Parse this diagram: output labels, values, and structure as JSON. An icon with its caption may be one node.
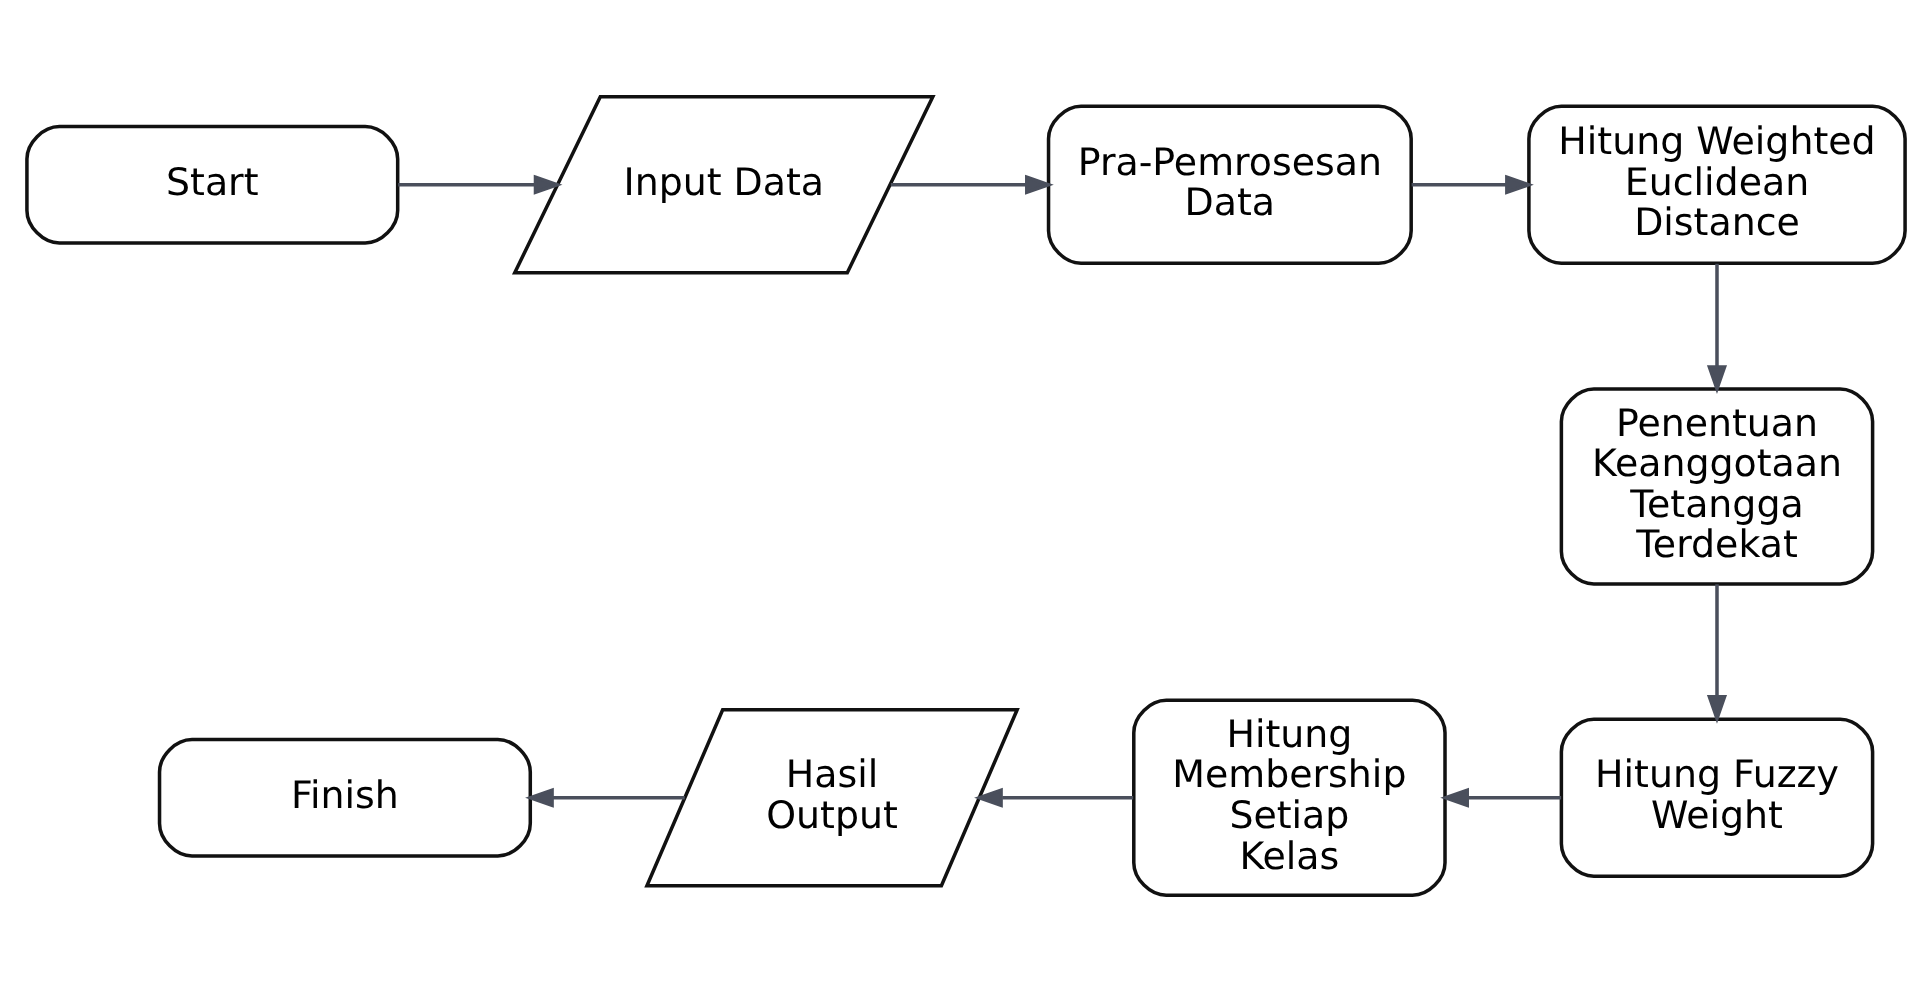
{
  "diagram": {
    "nodes": [
      {
        "text": [
          "Start"
        ]
      },
      {
        "text": [
          "Input Data"
        ]
      },
      {
        "text": [
          "Pra-Pemrosesan Data"
        ]
      },
      {
        "text": [
          "Hitung Weighted Euclidean Distance"
        ]
      },
      {
        "text": [
          "Penentuan Keanggotaan Tetangga Terdekat"
        ]
      },
      {
        "text": [
          "Hitung Fuzzy Weight"
        ]
      },
      {
        "text": [
          "Hitung Membership Setiap Kelas"
        ]
      },
      {
        "text": [
          "Hasil Output"
        ]
      },
      {
        "text": [
          "Finish"
        ]
      }
    ],
    "edges": [
      {
        "from": 0,
        "to": 1,
        "arrow": "to"
      },
      {
        "from": 1,
        "to": 2,
        "arrow": "to"
      },
      {
        "from": 2,
        "to": 3,
        "arrow": "to"
      },
      {
        "from": 3,
        "to": 4,
        "arrow": "to"
      },
      {
        "from": 4,
        "to": 5,
        "arrow": "to"
      },
      {
        "from": 5,
        "to": 6,
        "arrow": "to"
      },
      {
        "from": 6,
        "to": 7,
        "arrow": "to"
      },
      {
        "from": 7,
        "to": 8,
        "arrow": "to"
      }
    ]
  }
}
